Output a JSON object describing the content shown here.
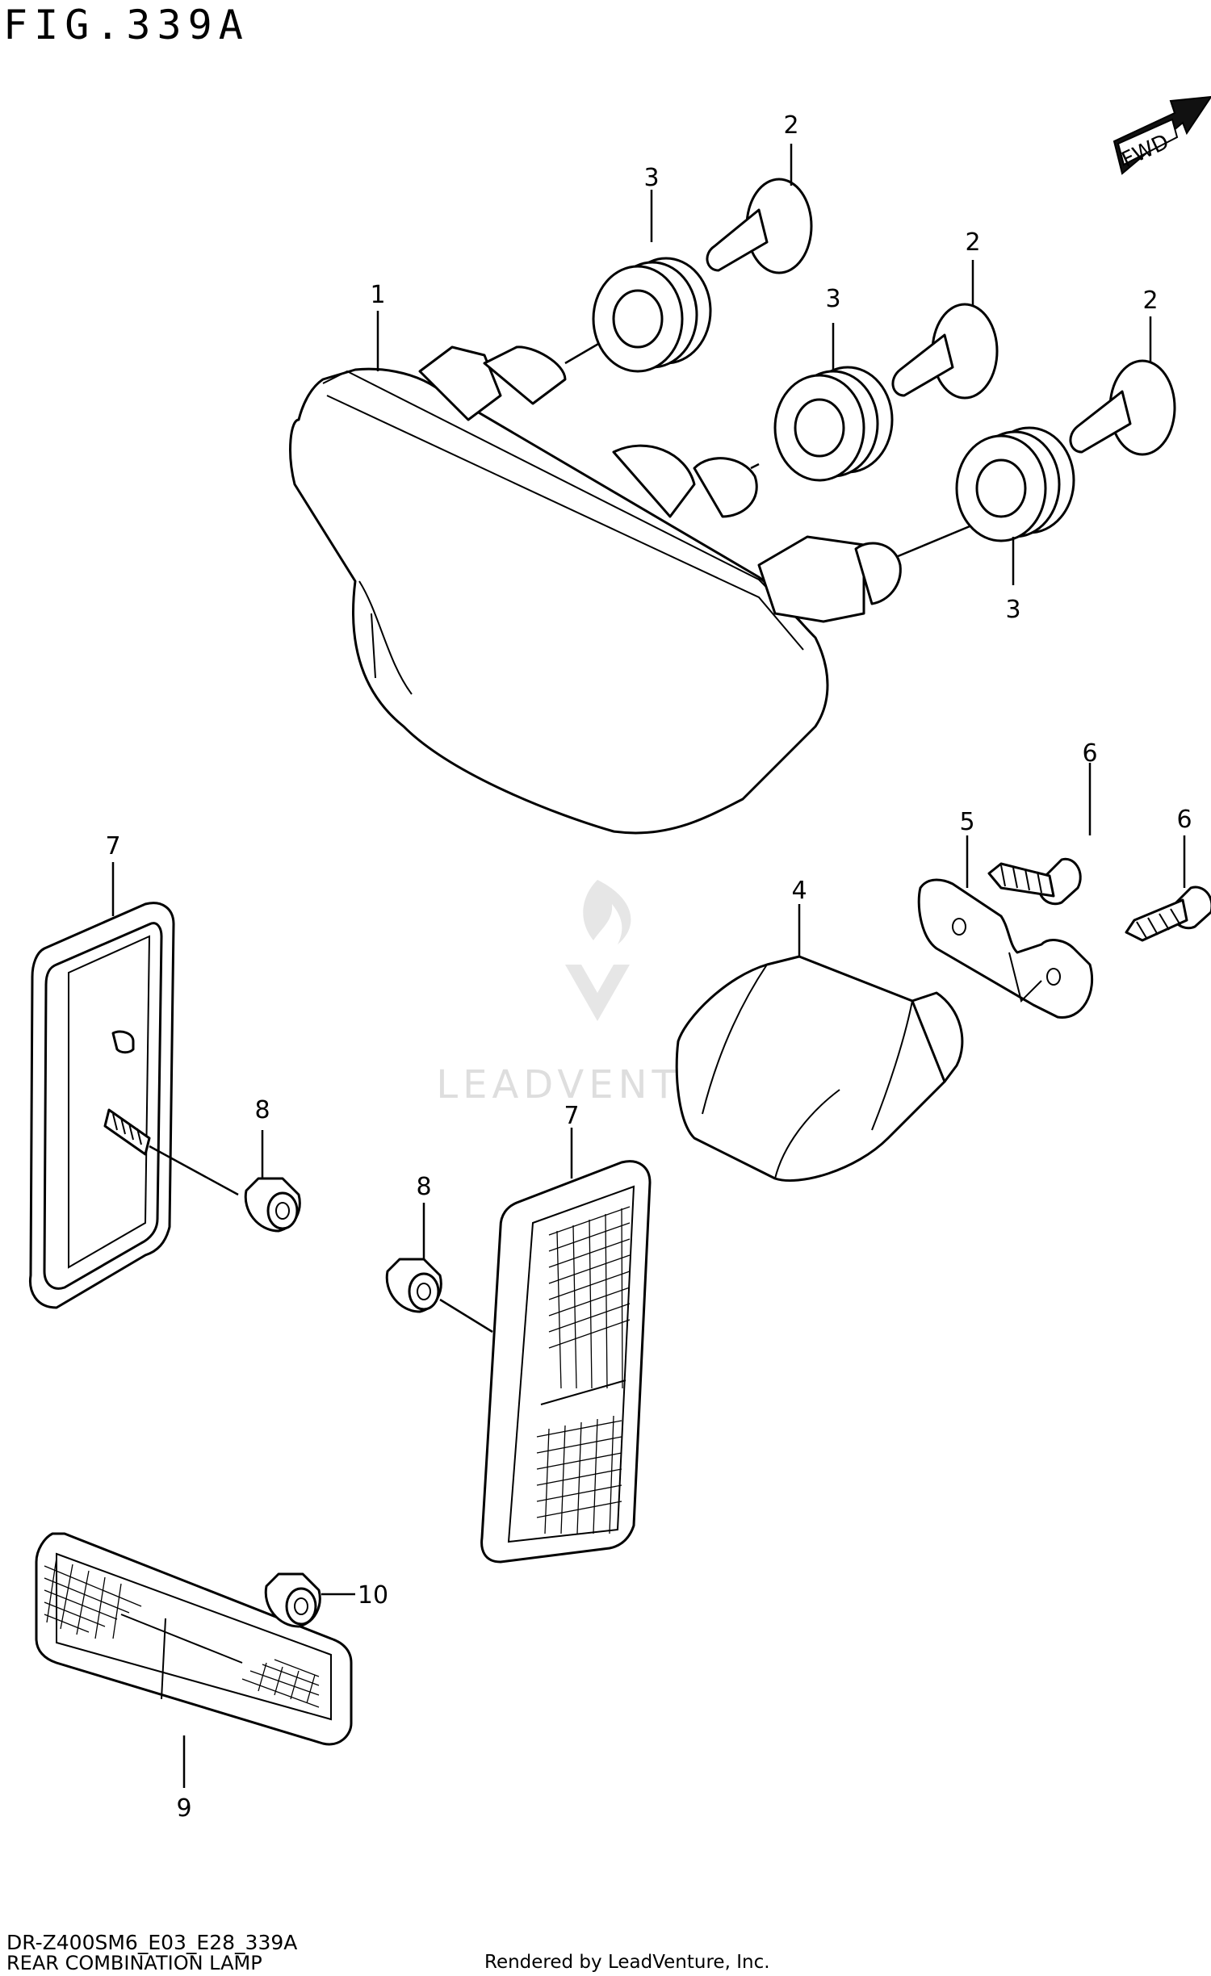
{
  "figure": {
    "title": "FIG.339A",
    "fwd_label": "FWD",
    "model_code": "DR-Z400SM6_E03_E28_339A",
    "section_name": "REAR COMBINATION LAMP",
    "rendered_by": "Rendered by LeadVenture, Inc.",
    "watermark": "LEADVENTURE"
  },
  "callouts": {
    "c1": "1",
    "c2a": "2",
    "c2b": "2",
    "c2c": "2",
    "c3a": "3",
    "c3b": "3",
    "c3c": "3",
    "c4": "4",
    "c5": "5",
    "c6a": "6",
    "c6b": "6",
    "c7a": "7",
    "c7b": "7",
    "c8a": "8",
    "c8b": "8",
    "c9": "9",
    "c10": "10"
  },
  "colors": {
    "line": "#000000",
    "background": "#ffffff",
    "watermark": "#d9d9d9"
  }
}
